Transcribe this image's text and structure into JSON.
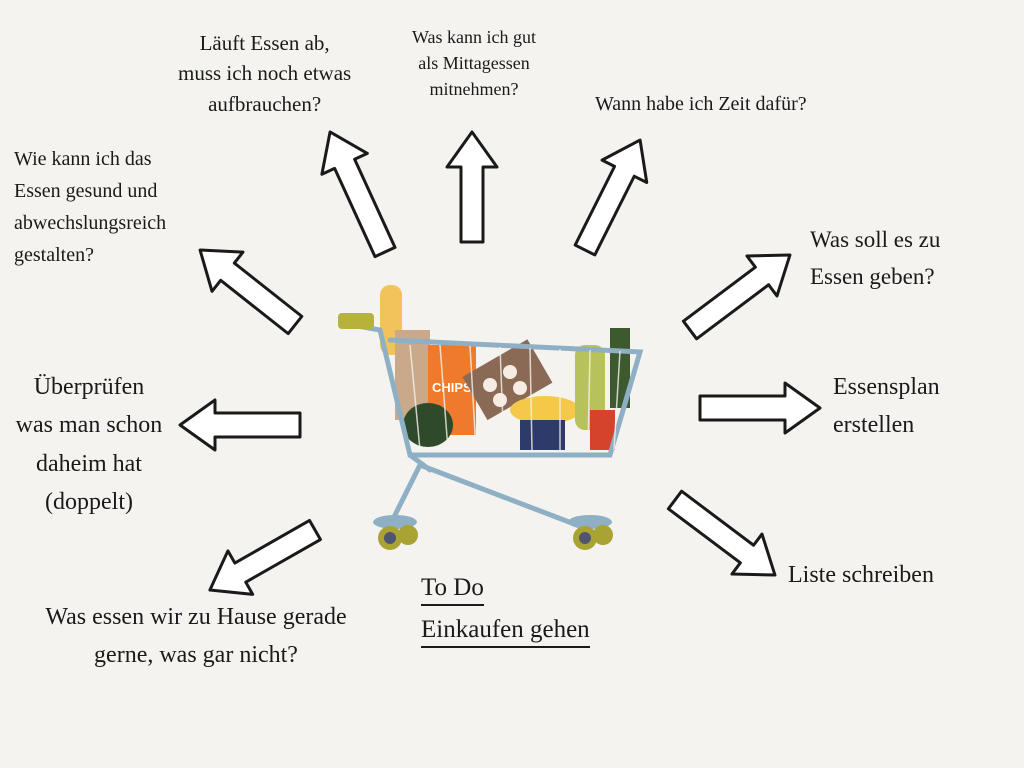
{
  "center": {
    "title": "To Do",
    "subtitle": "Einkaufen gehen"
  },
  "cart_label": "CHIPS",
  "items": [
    {
      "lines": [
        "Läuft Essen ab,",
        "muss ich noch etwas",
        "aufbrauchen?"
      ]
    },
    {
      "lines": [
        "Was kann ich gut",
        "als Mittagessen",
        "mitnehmen?"
      ]
    },
    {
      "lines": [
        "Wann habe ich Zeit dafür?"
      ]
    },
    {
      "lines": [
        "Wie kann ich das",
        "Essen gesund und",
        "abwechslungsreich",
        "gestalten?"
      ]
    },
    {
      "lines": [
        "Was soll es zu",
        "Essen geben?"
      ]
    },
    {
      "lines": [
        "Essensplan",
        "erstellen"
      ]
    },
    {
      "lines": [
        "Überprüfen",
        "was man schon",
        "daheim hat",
        "(doppelt)"
      ]
    },
    {
      "lines": [
        "Liste schreiben"
      ]
    },
    {
      "lines": [
        "Was essen wir zu Hause gerade",
        "gerne, was gar nicht?"
      ]
    }
  ]
}
